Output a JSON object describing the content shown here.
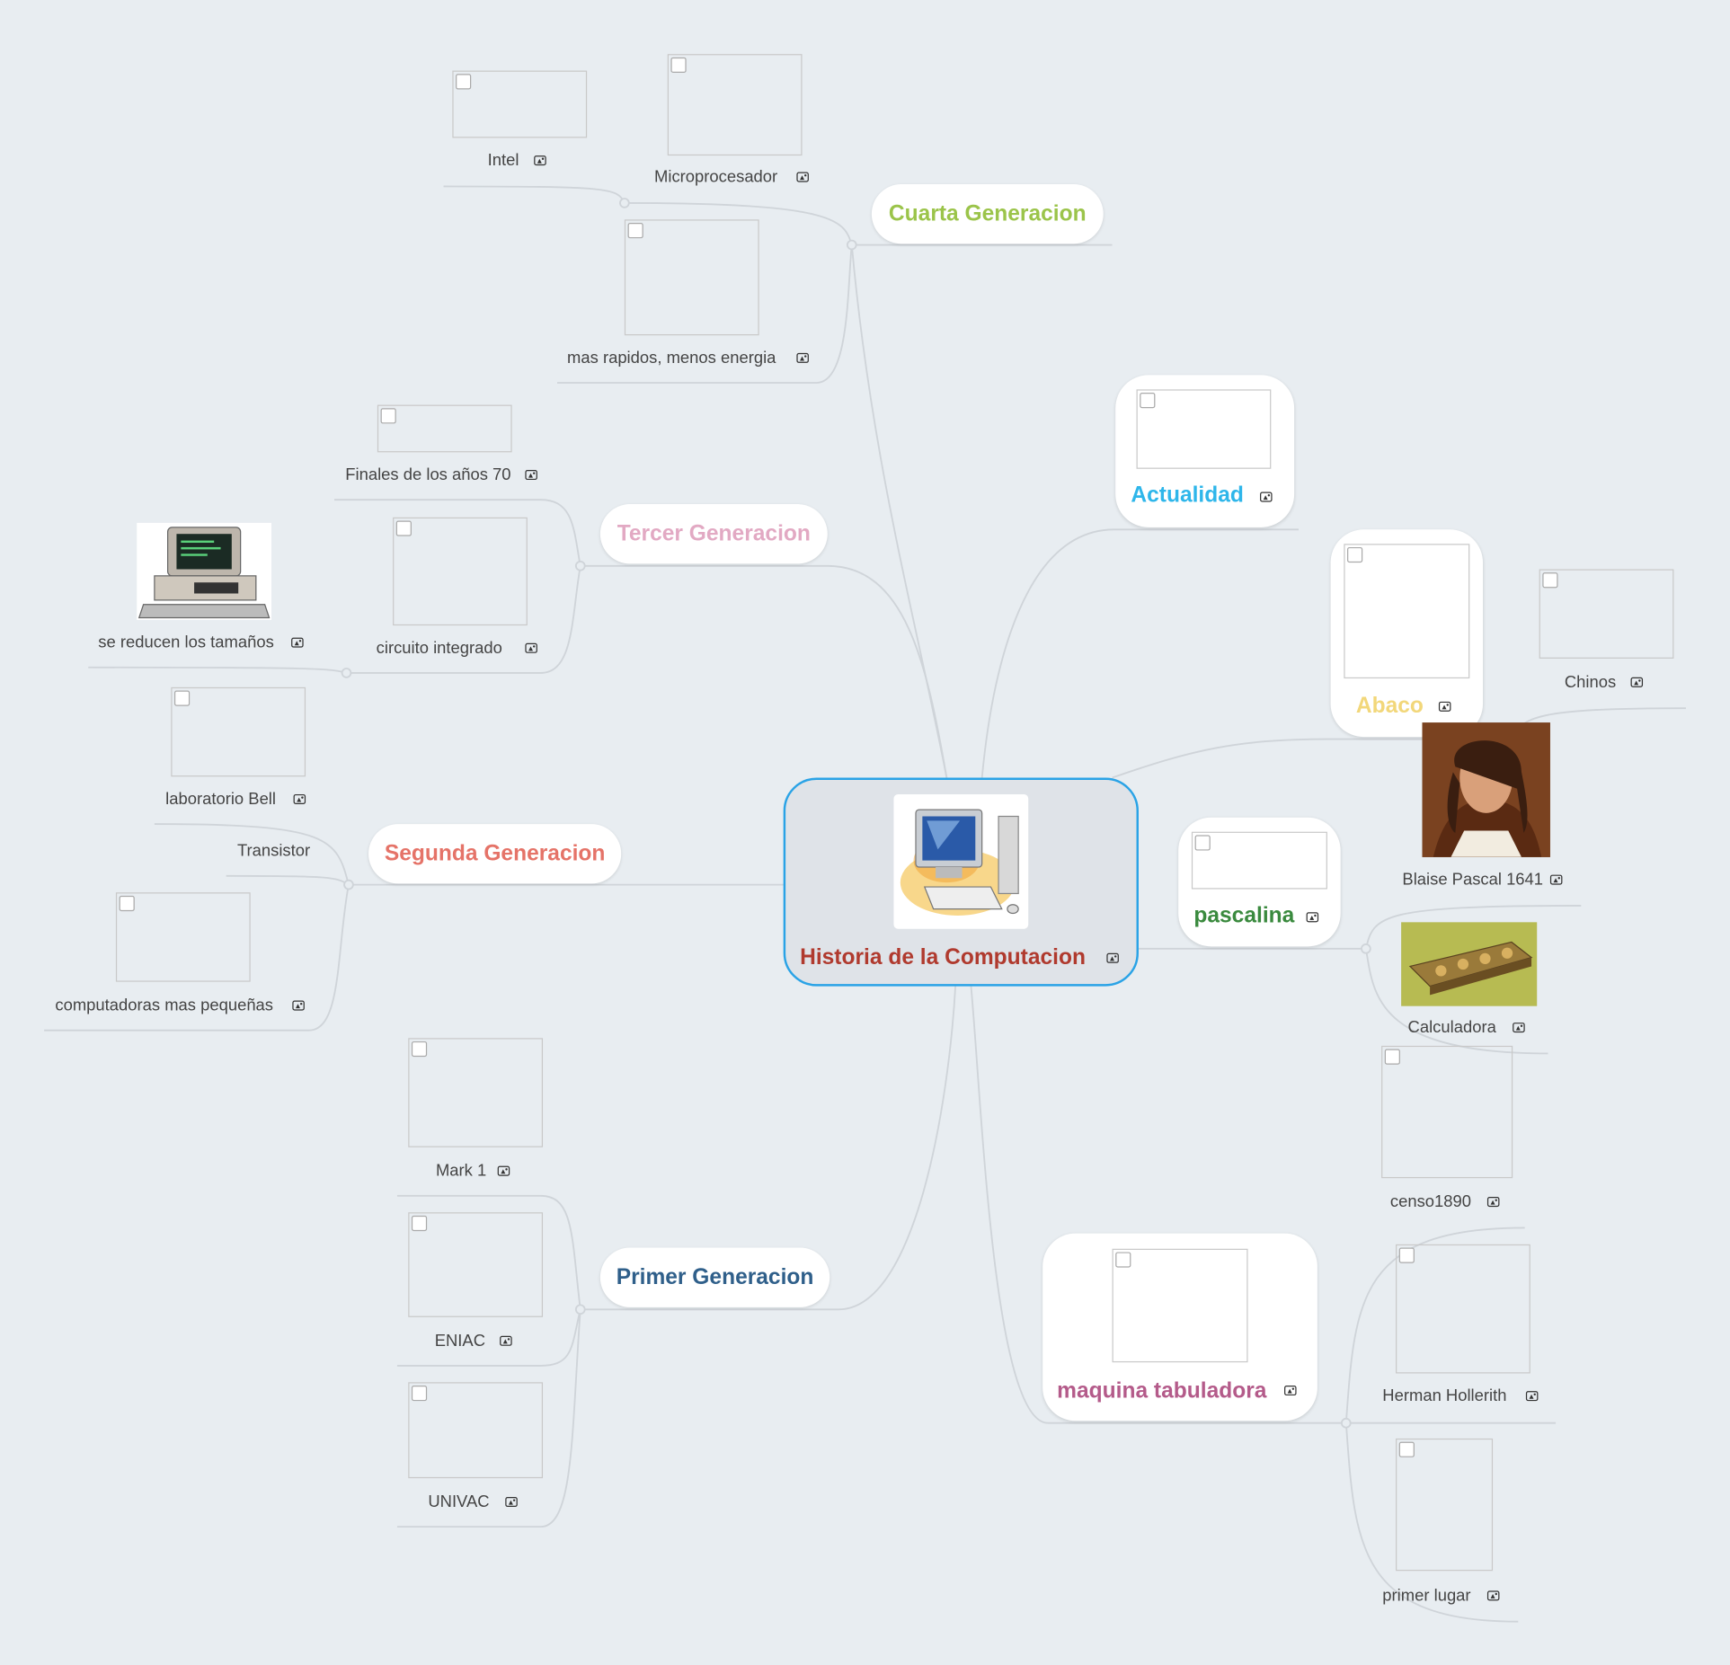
{
  "root": {
    "title": "Historia de la Computacion",
    "color": "#b03a2e",
    "border": "#2aa3e6"
  },
  "branches": {
    "cuarta": {
      "label": "Cuarta Generacion",
      "color": "#9bc44a"
    },
    "tercer": {
      "label": "Tercer Generacion",
      "color": "#e2a9c3"
    },
    "segunda": {
      "label": "Segunda Generacion",
      "color": "#e57368"
    },
    "primer": {
      "label": "Primer Generacion",
      "color": "#2f5f8a"
    },
    "actualidad": {
      "label": "Actualidad",
      "color": "#2eb6ea"
    },
    "abaco": {
      "label": "Abaco",
      "color": "#f2d77a"
    },
    "pascalina": {
      "label": "pascalina",
      "color": "#3a8a3e"
    },
    "tabuladora": {
      "label": "maquina tabuladora",
      "color": "#b45b8a"
    }
  },
  "leaves": {
    "intel": "Intel",
    "microprocesador": "Microprocesador",
    "rapidos": "mas rapidos,  menos energia",
    "finales70": "Finales de los años 70",
    "circuito": "circuito integrado",
    "reducen": "se reducen los tamaños",
    "bell": "laboratorio Bell",
    "transistor": "Transistor",
    "pequenas": "computadoras mas pequeñas",
    "mark1": "Mark 1",
    "eniac": "ENIAC",
    "univac": "UNIVAC",
    "chinos": "Chinos",
    "pascal": "Blaise Pascal 1641",
    "calculadora": "Calculadora",
    "censo": "censo1890",
    "hollerith": "Herman Hollerith",
    "primerlugar": "primer lugar"
  },
  "icons": {
    "image_attachment": "image-icon"
  }
}
